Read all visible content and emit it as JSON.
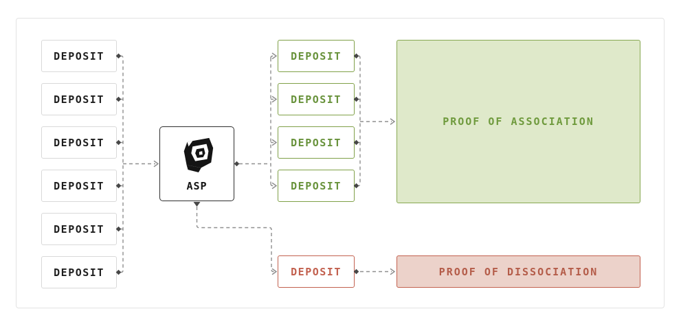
{
  "diagram": {
    "left_column": {
      "deposits": [
        "DEPOSIT",
        "DEPOSIT",
        "DEPOSIT",
        "DEPOSIT",
        "DEPOSIT",
        "DEPOSIT"
      ]
    },
    "asp_node": {
      "label": "ASP",
      "logo_icon": "0xbow-logo"
    },
    "association_column": {
      "deposits": [
        "DEPOSIT",
        "DEPOSIT",
        "DEPOSIT",
        "DEPOSIT"
      ]
    },
    "dissociation_row": {
      "deposit": "DEPOSIT"
    },
    "outcomes": {
      "association": "PROOF OF ASSOCIATION",
      "dissociation": "PROOF OF DISSOCIATION"
    },
    "colors": {
      "association_green_border": "#7fa047",
      "association_green_text": "#68923b",
      "association_fill": "#dfe9ca",
      "dissociation_red": "#c2604e",
      "dissociation_fill": "#ecd2ca",
      "connector_gray": "#8f8f8f",
      "connector_diamond": "#474747",
      "node_border_dark": "#2e2e2e",
      "node_border_light": "#d9d9d9"
    }
  }
}
